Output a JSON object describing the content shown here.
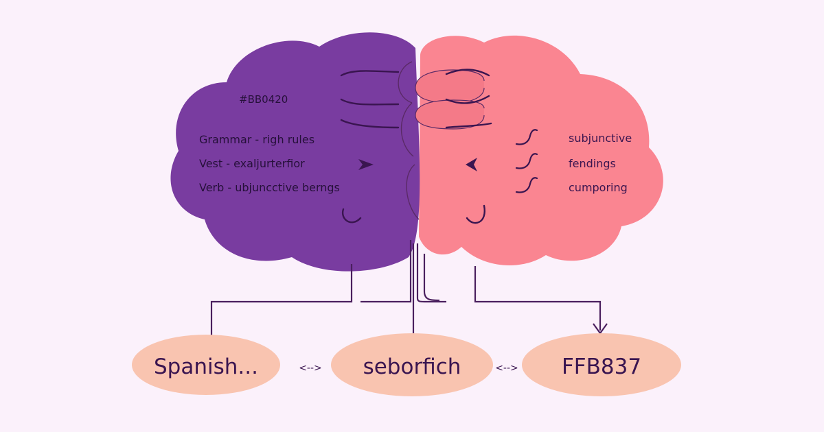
{
  "left_hemisphere": {
    "color": "#793ca0",
    "code_label": "#BB0420",
    "lines": [
      "Grammar - righ rules",
      "Vest - exaljurterfior",
      "Verb - ubjuncctive berngs"
    ]
  },
  "right_hemisphere": {
    "color": "#fa8591",
    "lines": [
      "subjunctive",
      "fendings",
      "cumporing"
    ]
  },
  "nodes": [
    {
      "label": "Spanish..."
    },
    {
      "label": "seborfich"
    },
    {
      "label": "FFB837"
    }
  ],
  "connector_symbol": "<-->",
  "colors": {
    "background": "#fbf1fb",
    "stroke": "#4a1f5e",
    "node_fill": "#f9c4b0"
  }
}
